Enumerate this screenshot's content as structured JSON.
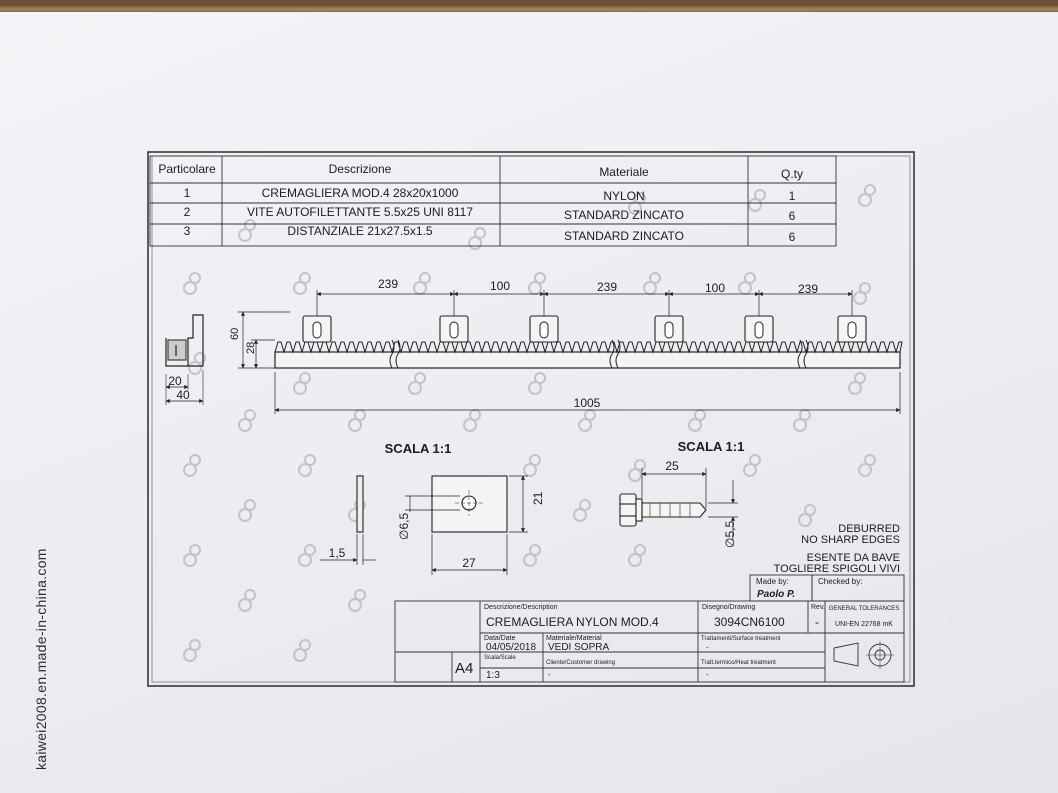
{
  "side_watermark": "kaiwei2008.en.made-in-china.com",
  "parts_table": {
    "headers": [
      "Particolare",
      "Descrizione",
      "Materiale",
      "Q.ty"
    ],
    "rows": [
      [
        "1",
        "CREMAGLIERA MOD.4 28x20x1000",
        "NYLON",
        "1"
      ],
      [
        "2",
        "VITE AUTOFILETTANTE 5.5x25 UNI 8117",
        "STANDARD ZINCATO",
        "6"
      ],
      [
        "3",
        "DISTANZIALE 21x27.5x1.5",
        "STANDARD ZINCATO",
        "6"
      ]
    ]
  },
  "dimensions": {
    "rack_spacings": [
      "239",
      "100",
      "239",
      "100",
      "239"
    ],
    "total_length": "1005",
    "height_total": "60",
    "height_rack": "28",
    "profile_width": "40",
    "profile_inner": "20",
    "spacer_thickness": "1,5",
    "spacer_hole": "∅6,5",
    "spacer_width": "27",
    "spacer_height": "21",
    "screw_length": "25",
    "screw_diameter": "∅5,5"
  },
  "scale_labels": [
    "SCALA 1:1",
    "SCALA 1:1"
  ],
  "notes": [
    "DEBURRED",
    "NO SHARP EDGES",
    "ESENTE DA BAVE",
    "TOGLIERE SPIGOLI VIVI"
  ],
  "title_block": {
    "made_by_label": "Made by:",
    "made_by_value": "Paolo P.",
    "checked_by_label": "Checked by:",
    "description_label": "Descrizione/Description",
    "description_value": "CREMAGLIERA NYLON MOD.4",
    "drawing_label": "Disegno/Drawing",
    "drawing_value": "3094CN6100",
    "rev_label": "Rev.",
    "rev_value": "-",
    "tolerances_label": "GENERAL TOLERANCES",
    "tolerances_value": "UNI-EN 22768 mK",
    "date_label": "Data/Date",
    "date_value": "04/05/2018",
    "material_label": "Materiale/Material",
    "material_value": "VEDI SOPRA",
    "treatment_label": "Trattamenti/Surface treatment",
    "treatment_value": "-",
    "heat_label": "Tratt.termico/Heat treatment",
    "heat_value": "-",
    "format": "A4",
    "scale_label": "Scala/Scale",
    "scale_value": "1:3",
    "client_label": "Cliente/Customer drawing",
    "client_value": "-"
  }
}
